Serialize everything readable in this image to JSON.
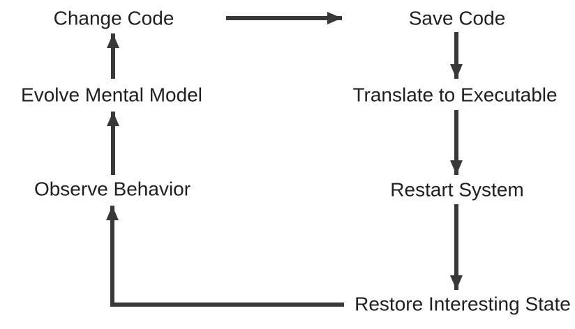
{
  "diagram": {
    "type": "flow-cycle",
    "background": "#ffffff",
    "colors": {
      "arrow": "#383838",
      "text": "#1f1f1f"
    },
    "nodes": {
      "change_code": "Change Code",
      "save_code": "Save Code",
      "evolve_mental_model": "Evolve Mental Model",
      "translate_to_executable": "Translate to Executable",
      "observe_behavior": "Observe Behavior",
      "restart_system": "Restart System",
      "restore_interesting_state": "Restore Interesting State"
    },
    "edges": [
      {
        "from": "change_code",
        "to": "save_code",
        "shape": "horizontal-right"
      },
      {
        "from": "save_code",
        "to": "translate_to_executable",
        "shape": "vertical-down"
      },
      {
        "from": "translate_to_executable",
        "to": "restart_system",
        "shape": "vertical-down"
      },
      {
        "from": "restart_system",
        "to": "restore_interesting_state",
        "shape": "vertical-down"
      },
      {
        "from": "restore_interesting_state",
        "to": "observe_behavior",
        "shape": "elbow-left-up"
      },
      {
        "from": "observe_behavior",
        "to": "evolve_mental_model",
        "shape": "vertical-up"
      },
      {
        "from": "evolve_mental_model",
        "to": "change_code",
        "shape": "vertical-up"
      }
    ]
  }
}
